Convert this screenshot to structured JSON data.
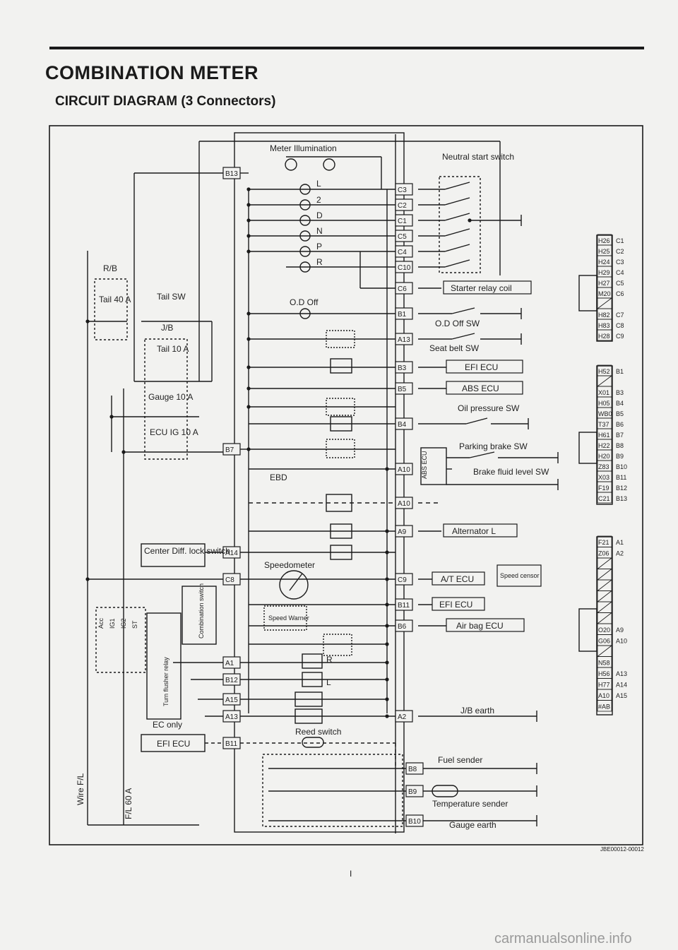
{
  "header": {
    "title": "COMBINATION METER",
    "subtitle": "CIRCUIT DIAGRAM (3 Connectors)"
  },
  "labels": {
    "meter_illumination": "Meter Illumination",
    "neutral_start_switch": "Neutral start switch",
    "shift_L": "L",
    "shift_2": "2",
    "shift_D": "D",
    "shift_N": "N",
    "shift_P": "P",
    "shift_R": "R",
    "rb": "R/B",
    "tail_fuse": "Tail 40 A",
    "tail_sw": "Tail SW",
    "jb": "J/B",
    "tail_10a": "Tail 10 A",
    "gauge_10a": "Gauge 10 A",
    "ecu_ig_10a": "ECU IG 10 A",
    "od_off": "O.D Off",
    "od_off_sw": "O.D Off SW",
    "starter_relay_coil": "Starter relay coil",
    "seat_belt_sw": "Seat belt SW",
    "efi_ecu": "EFI ECU",
    "abs_ecu": "ABS ECU",
    "oil_pressure_sw": "Oil pressure SW",
    "parking_brake_sw": "Parking brake SW",
    "brake_fluid_level_sw": "Brake fluid level SW",
    "abs_ecu_vert": "ABS ECU",
    "ebd": "EBD",
    "alternator_l": "Alternator L",
    "center_diff": "Center Diff. lock switch",
    "speedometer": "Speedometer",
    "at_ecu": "A/T ECU",
    "speed_censor": "Speed censor",
    "speed_warner": "Speed Warner",
    "air_bag_ecu": "Air bag ECU",
    "combination_switch": "Combination switch",
    "turn_flusher_relay": "Turn flusher relay",
    "acc": "Acc",
    "ig1": "IG1",
    "ig2": "IG2",
    "st": "ST",
    "turn_r": "R",
    "turn_l": "L",
    "ec_only": "EC only",
    "efi_ecu_2": "EFI ECU",
    "reed_switch": "Reed switch",
    "jb_earth": "J/B earth",
    "fuel_sender": "Fuel sender",
    "temperature_sender": "Temperature sender",
    "gauge_earth": "Gauge earth",
    "wire_fl": "Wire F/L",
    "fl_60a": "F/L 60 A",
    "figure_code": "JBE00012-00012",
    "page_mark": "I",
    "watermark": "carmanualsonline.info"
  },
  "connectors": {
    "c3": "C3",
    "c2": "C2",
    "c1": "C1",
    "c5": "C5",
    "c4": "C4",
    "c10": "C10",
    "c6": "C6",
    "b13": "B13",
    "b1": "B1",
    "a13": "A13",
    "b3": "B3",
    "b5": "B5",
    "b4": "B4",
    "b7": "B7",
    "a10": "A10",
    "a9": "A9",
    "a14": "A14",
    "c8": "C8",
    "c9": "C9",
    "b11": "B11",
    "b6": "B6",
    "a1": "A1",
    "b12": "B12",
    "a15": "A15",
    "a2": "A2",
    "b8": "B8",
    "b9": "B9",
    "b10": "B10"
  },
  "pinout": {
    "c_group": [
      {
        "pin": "H26",
        "name": "C1"
      },
      {
        "pin": "H25",
        "name": "C2"
      },
      {
        "pin": "H24",
        "name": "C3"
      },
      {
        "pin": "H29",
        "name": "C4"
      },
      {
        "pin": "H27",
        "name": "C5"
      },
      {
        "pin": "M20",
        "name": "C6"
      },
      {
        "pin": "",
        "name": ""
      },
      {
        "pin": "H82",
        "name": "C7"
      },
      {
        "pin": "H83",
        "name": "C8"
      },
      {
        "pin": "H28",
        "name": "C9"
      }
    ],
    "b_group": [
      {
        "pin": "H52",
        "name": "B1"
      },
      {
        "pin": "",
        "name": ""
      },
      {
        "pin": "X01",
        "name": "B3"
      },
      {
        "pin": "H05",
        "name": "B4"
      },
      {
        "pin": "WB0",
        "name": "B5"
      },
      {
        "pin": "T37",
        "name": "B6"
      },
      {
        "pin": "H61",
        "name": "B7"
      },
      {
        "pin": "H22",
        "name": "B8"
      },
      {
        "pin": "H20",
        "name": "B9"
      },
      {
        "pin": "Z83",
        "name": "B10"
      },
      {
        "pin": "X03",
        "name": "B11"
      },
      {
        "pin": "F19",
        "name": "B12"
      },
      {
        "pin": "C21",
        "name": "B13"
      }
    ],
    "a_group": [
      {
        "pin": "F21",
        "name": "A1"
      },
      {
        "pin": "Z06",
        "name": "A2"
      },
      {
        "pin": "",
        "name": ""
      },
      {
        "pin": "",
        "name": ""
      },
      {
        "pin": "",
        "name": ""
      },
      {
        "pin": "",
        "name": ""
      },
      {
        "pin": "",
        "name": ""
      },
      {
        "pin": "",
        "name": ""
      },
      {
        "pin": "O20",
        "name": "A9"
      },
      {
        "pin": "G06",
        "name": "A10"
      },
      {
        "pin": "",
        "name": ""
      },
      {
        "pin": "N58",
        "name": ""
      },
      {
        "pin": "H56",
        "name": "A13"
      },
      {
        "pin": "H77",
        "name": "A14"
      },
      {
        "pin": "A10",
        "name": "A15"
      },
      {
        "pin": "#AB",
        "name": ""
      }
    ]
  }
}
